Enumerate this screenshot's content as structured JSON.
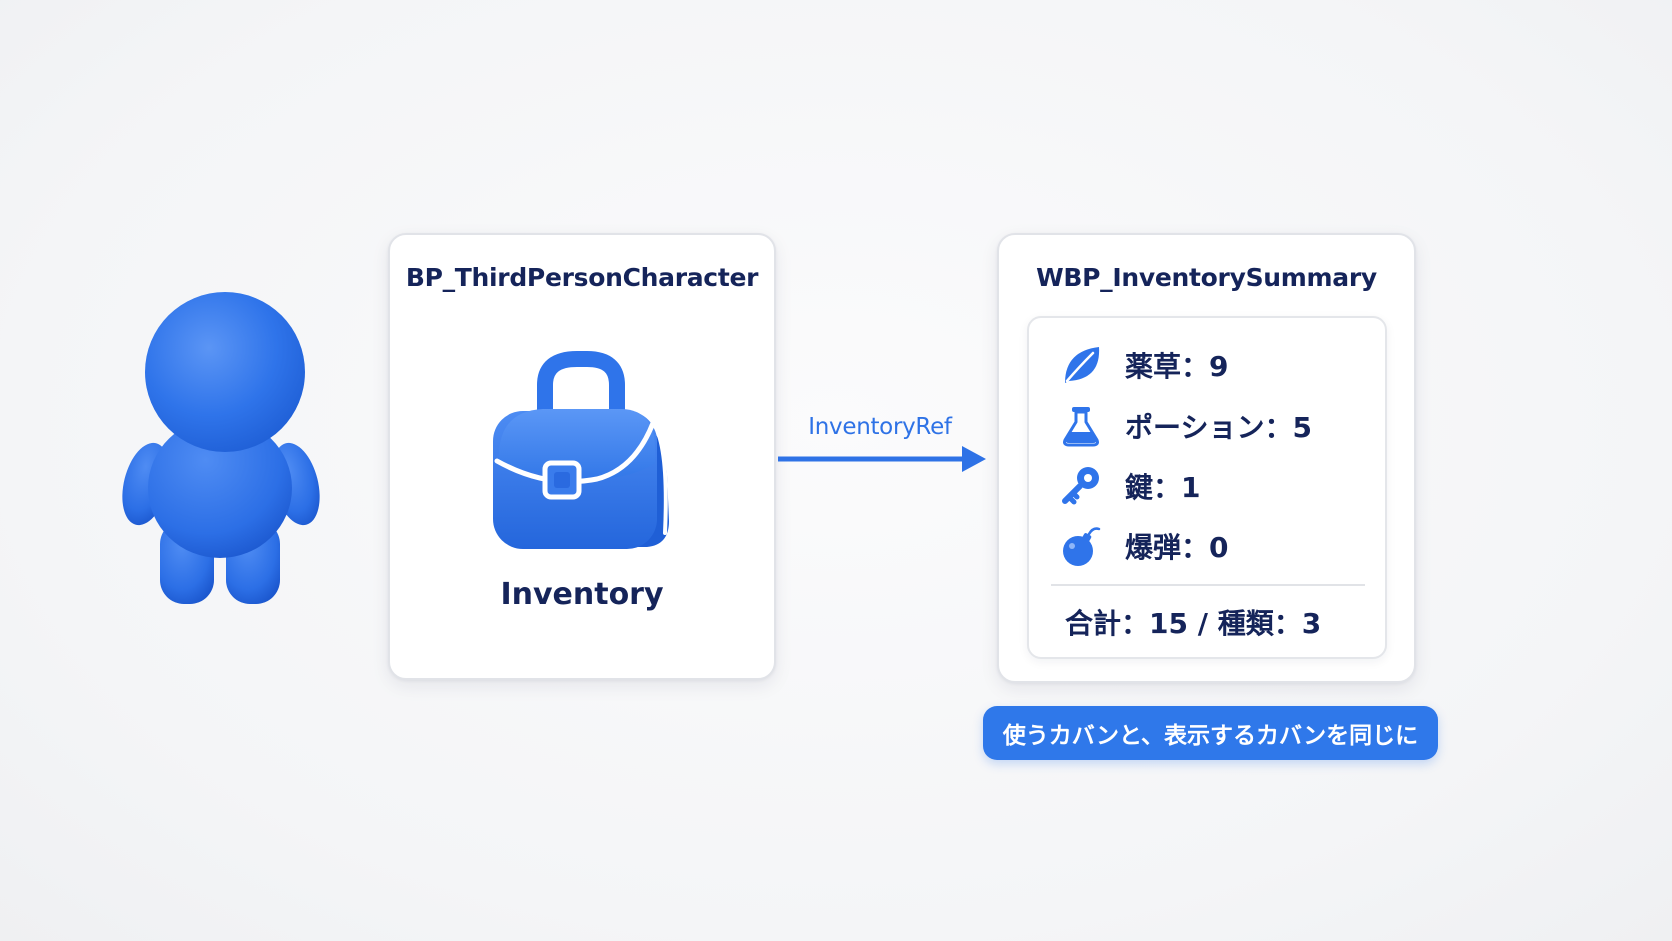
{
  "character": {
    "icon": "character-figure-icon",
    "color": "#2f74ea"
  },
  "source_card": {
    "title": "BP_ThirdPersonCharacter",
    "component_label": "Inventory",
    "icon": "backpack-icon"
  },
  "connector": {
    "label": "InventoryRef",
    "color": "#2e72e6"
  },
  "summary_card": {
    "title": "WBP_InventorySummary",
    "items": [
      {
        "icon": "leaf-icon",
        "text": "薬草：9"
      },
      {
        "icon": "flask-icon",
        "text": "ポーション：5"
      },
      {
        "icon": "key-icon",
        "text": "鍵：1"
      },
      {
        "icon": "bomb-icon",
        "text": "爆弾：0"
      }
    ],
    "total": "合計：15 / 種類：3"
  },
  "caption": "使うカバンと、表示するカバンを同じに",
  "colors": {
    "accent": "#2f78ea",
    "text": "#15245a",
    "background": "#f4f5f7"
  }
}
